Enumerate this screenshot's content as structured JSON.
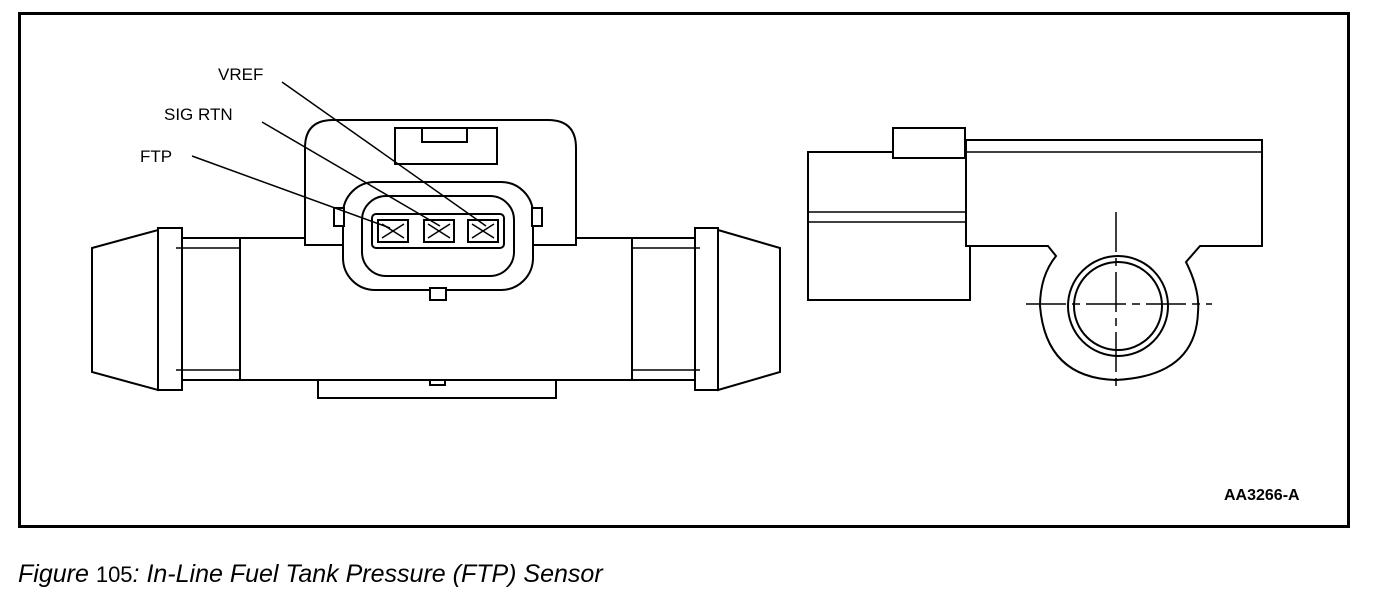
{
  "labels": {
    "vref": "VREF",
    "sig_rtn": "SIG RTN",
    "ftp": "FTP"
  },
  "figure_code": "AA3266-A",
  "caption": {
    "prefix": "Figure",
    "number": "105",
    "title": ": In-Line Fuel Tank Pressure (FTP) Sensor"
  }
}
